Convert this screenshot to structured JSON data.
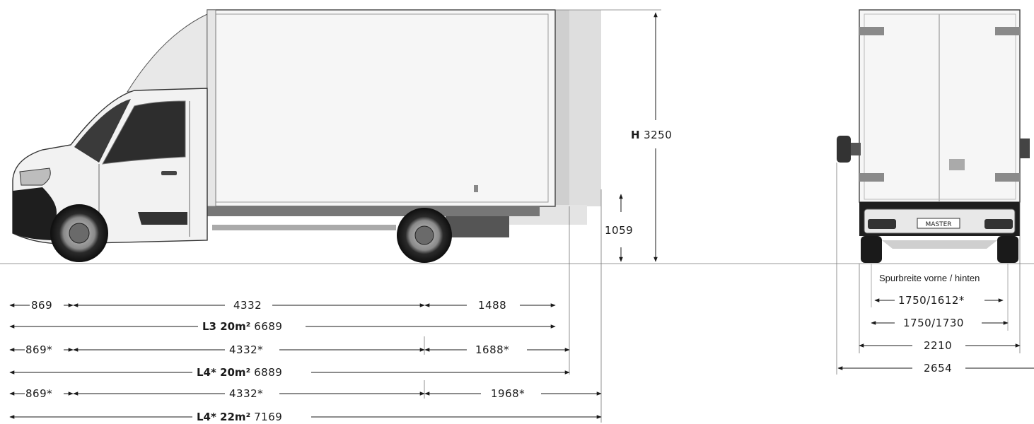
{
  "side_view": {
    "height": {
      "prefix": "H",
      "value": "3250"
    },
    "floor_height": "1059",
    "rows": [
      {
        "a": "869",
        "b": "4332",
        "c": "1488"
      },
      {
        "bold": "L3 20m²",
        "value": "6689"
      },
      {
        "a": "869*",
        "b": "4332*",
        "c": "1688*"
      },
      {
        "bold": "L4* 20m²",
        "value": "6889"
      },
      {
        "a": "869*",
        "b": "4332*",
        "c": "1968*"
      },
      {
        "bold": "L4* 22m²",
        "value": "7169"
      }
    ]
  },
  "rear_view": {
    "plate_text": "MASTER",
    "track_heading": "Spurbreite vorne / hinten",
    "track_1": "1750/1612*",
    "track_2": "1750/1730",
    "width_body": "2210",
    "width_mirrors": "2654"
  }
}
